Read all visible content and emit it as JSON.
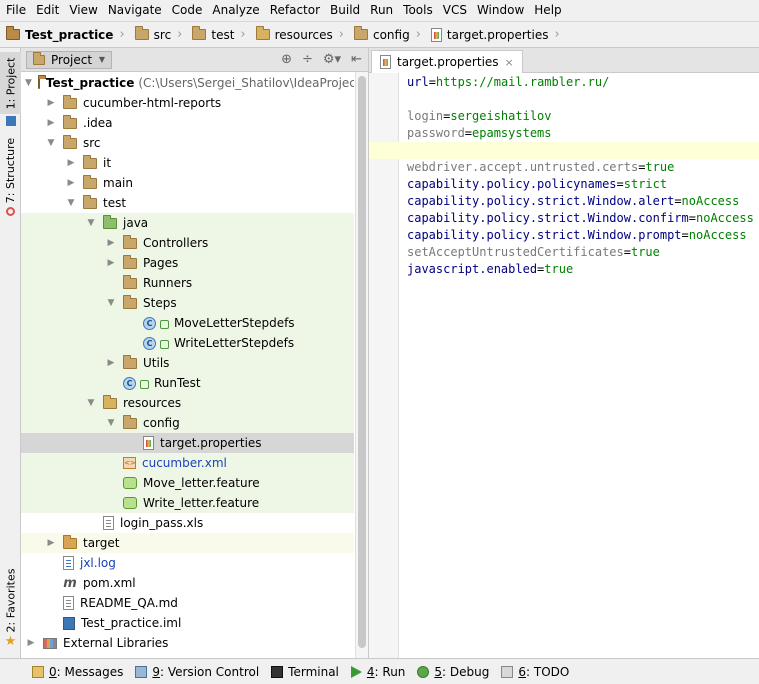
{
  "menu": [
    "File",
    "Edit",
    "View",
    "Navigate",
    "Code",
    "Analyze",
    "Refactor",
    "Build",
    "Run",
    "Tools",
    "VCS",
    "Window",
    "Help"
  ],
  "breadcrumbs": [
    {
      "label": "Test_practice",
      "icon": "module-folder-icon"
    },
    {
      "label": "src",
      "icon": "folder-icon"
    },
    {
      "label": "test",
      "icon": "folder-icon"
    },
    {
      "label": "resources",
      "icon": "resources-folder-icon"
    },
    {
      "label": "config",
      "icon": "folder-icon"
    },
    {
      "label": "target.properties",
      "icon": "properties-file-icon"
    }
  ],
  "left_strip": {
    "project": "1: Project",
    "structure": "7: Structure",
    "favorites": "2: Favorites"
  },
  "project_panel": {
    "tab_label": "Project"
  },
  "tree": [
    {
      "label": "Test_practice",
      "suffix": "(C:\\Users\\Sergei_Shatilov\\IdeaProjects\\T",
      "depth": 0,
      "arrow": "open",
      "icon": "module",
      "bold": true
    },
    {
      "label": "cucumber-html-reports",
      "depth": 1,
      "arrow": "closed",
      "icon": "folder"
    },
    {
      "label": ".idea",
      "depth": 1,
      "arrow": "closed",
      "icon": "folder"
    },
    {
      "label": "src",
      "depth": 1,
      "arrow": "open",
      "icon": "folder"
    },
    {
      "label": "it",
      "depth": 2,
      "arrow": "closed",
      "icon": "folder"
    },
    {
      "label": "main",
      "depth": 2,
      "arrow": "closed",
      "icon": "folder"
    },
    {
      "label": "test",
      "depth": 2,
      "arrow": "open",
      "icon": "folder"
    },
    {
      "label": "java",
      "depth": 3,
      "arrow": "open",
      "icon": "green-folder",
      "bg": "green"
    },
    {
      "label": "Controllers",
      "depth": 4,
      "arrow": "closed",
      "icon": "folder",
      "bg": "green"
    },
    {
      "label": "Pages",
      "depth": 4,
      "arrow": "closed",
      "icon": "folder",
      "bg": "green"
    },
    {
      "label": "Runners",
      "depth": 4,
      "arrow": "none",
      "icon": "folder",
      "bg": "green"
    },
    {
      "label": "Steps",
      "depth": 4,
      "arrow": "open",
      "icon": "folder",
      "bg": "green"
    },
    {
      "label": "MoveLetterStepdefs",
      "depth": 5,
      "arrow": "none",
      "icon": "class",
      "bg": "green"
    },
    {
      "label": "WriteLetterStepdefs",
      "depth": 5,
      "arrow": "none",
      "icon": "class",
      "bg": "green"
    },
    {
      "label": "Utils",
      "depth": 4,
      "arrow": "closed",
      "icon": "folder",
      "bg": "green"
    },
    {
      "label": "RunTest",
      "depth": 4,
      "arrow": "none",
      "icon": "runclass",
      "bg": "green"
    },
    {
      "label": "resources",
      "depth": 3,
      "arrow": "open",
      "icon": "res-folder",
      "bg": "green"
    },
    {
      "label": "config",
      "depth": 4,
      "arrow": "open",
      "icon": "folder",
      "bg": "green"
    },
    {
      "label": "target.properties",
      "depth": 5,
      "arrow": "none",
      "icon": "props",
      "bg": "sel"
    },
    {
      "label": "cucumber.xml",
      "depth": 4,
      "arrow": "none",
      "icon": "xml",
      "bg": "green",
      "color": "blue"
    },
    {
      "label": "Move_letter.feature",
      "depth": 4,
      "arrow": "none",
      "icon": "feature",
      "bg": "green"
    },
    {
      "label": "Write_letter.feature",
      "depth": 4,
      "arrow": "none",
      "icon": "feature",
      "bg": "green"
    },
    {
      "label": "login_pass.xls",
      "depth": 3,
      "arrow": "none",
      "icon": "xls"
    },
    {
      "label": "target",
      "depth": 1,
      "arrow": "closed",
      "icon": "orange-folder",
      "bg": "yellow"
    },
    {
      "label": "jxl.log",
      "depth": 1,
      "arrow": "none",
      "icon": "log",
      "color": "blue"
    },
    {
      "label": "pom.xml",
      "depth": 1,
      "arrow": "none",
      "icon": "maven"
    },
    {
      "label": "README_QA.md",
      "depth": 1,
      "arrow": "none",
      "icon": "md"
    },
    {
      "label": "Test_practice.iml",
      "depth": 1,
      "arrow": "none",
      "icon": "iml"
    },
    {
      "label": "External Libraries",
      "depth": 0,
      "arrow": "closed",
      "icon": "libs"
    }
  ],
  "editor": {
    "tab_label": "target.properties",
    "lines": [
      {
        "key": "url",
        "value": "https://mail.rambler.ru/",
        "kstyle": "k"
      },
      {
        "key": "",
        "value": "",
        "kstyle": "k"
      },
      {
        "key": "login",
        "value": "sergeishatilov",
        "kstyle": "kgray"
      },
      {
        "key": "password",
        "value": "epamsystems",
        "kstyle": "kgray"
      },
      {
        "key": "",
        "value": "",
        "kstyle": "k"
      },
      {
        "key": "webdriver.accept.untrusted.certs",
        "value": "true",
        "kstyle": "kgray"
      },
      {
        "key": "capability.policy.policynames",
        "value": "strict",
        "kstyle": "k"
      },
      {
        "key": "capability.policy.strict.Window.alert",
        "value": "noAccess",
        "kstyle": "k"
      },
      {
        "key": "capability.policy.strict.Window.confirm",
        "value": "noAccess",
        "kstyle": "k"
      },
      {
        "key": "capability.policy.strict.Window.prompt",
        "value": "noAccess",
        "kstyle": "k"
      },
      {
        "key": "setAcceptUntrustedCertificates",
        "value": "true",
        "kstyle": "kgray"
      },
      {
        "key": "javascript.enabled",
        "value": "true",
        "kstyle": "k"
      }
    ]
  },
  "bottom_tools": [
    {
      "num": "0",
      "label": ": Messages",
      "icon": "messages-icon"
    },
    {
      "num": "9",
      "label": ": Version Control",
      "icon": "version-control-icon"
    },
    {
      "num": "",
      "label": "Terminal",
      "icon": "terminal-icon"
    },
    {
      "num": "4",
      "label": ": Run",
      "icon": "run-icon"
    },
    {
      "num": "5",
      "label": ": Debug",
      "icon": "debug-icon"
    },
    {
      "num": "6",
      "label": ": TODO",
      "icon": "todo-icon"
    }
  ],
  "colors": {
    "accent_blue": "#1a43b8",
    "code_key": "#000080",
    "code_value": "#008000",
    "green_bg": "#eef7e6",
    "caret_line": "#ffffd7"
  }
}
